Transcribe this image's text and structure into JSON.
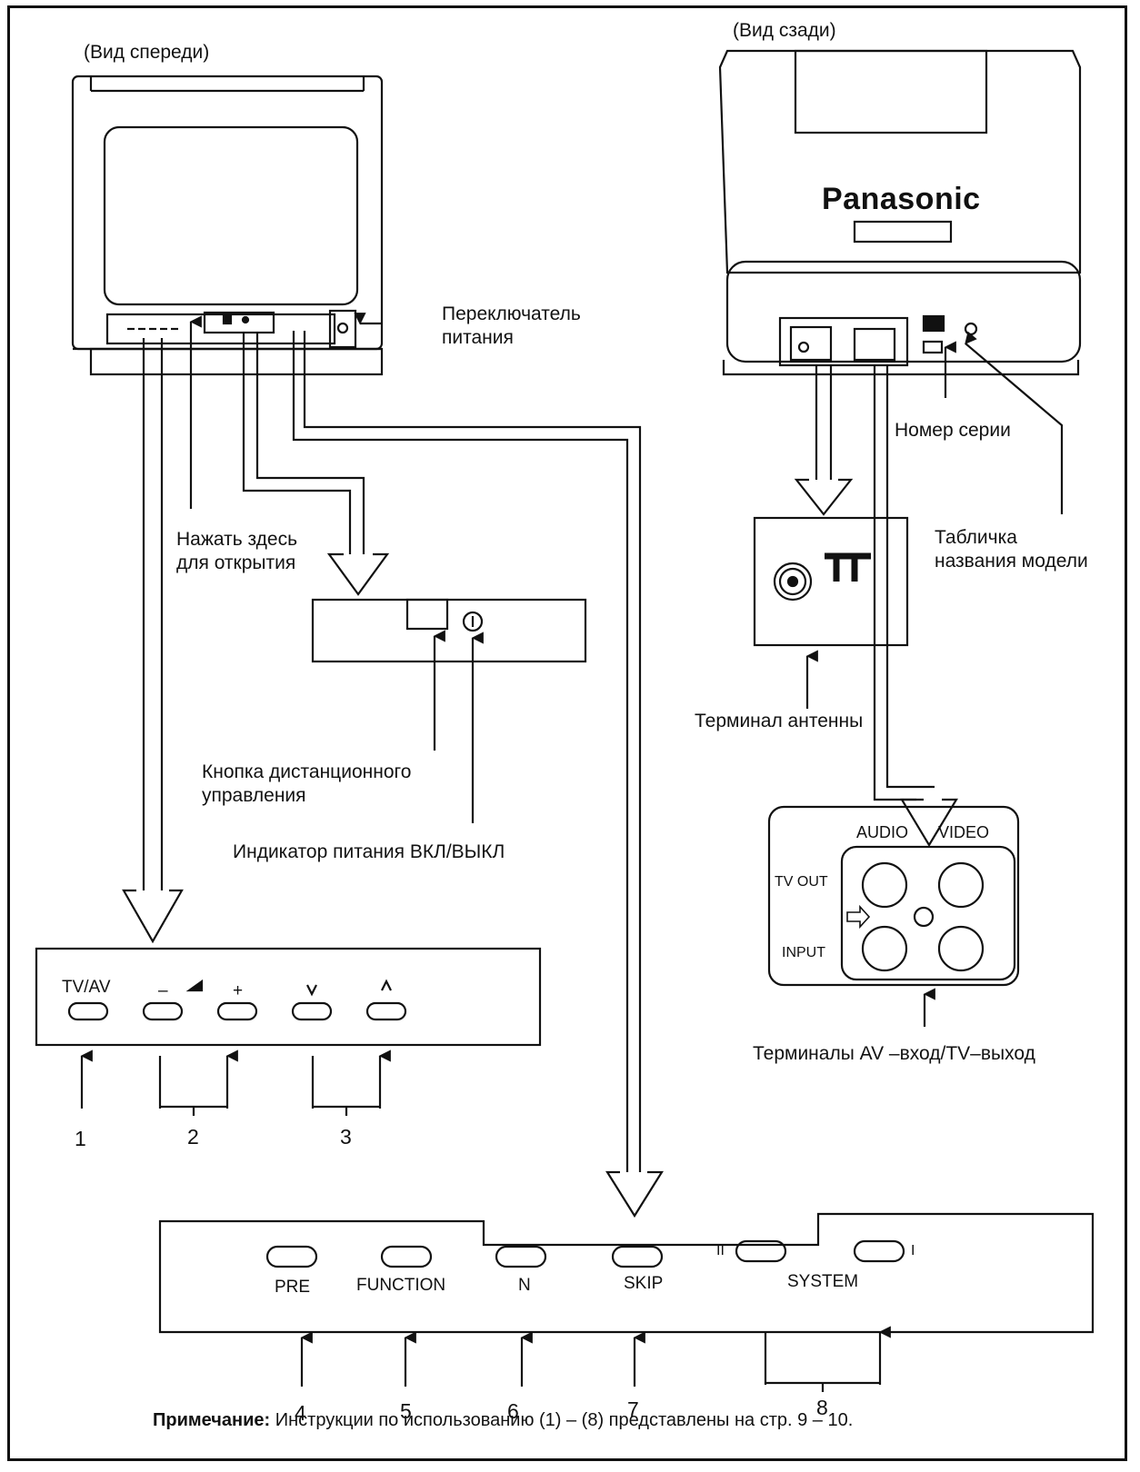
{
  "front_view": {
    "title": "(Вид спереди)",
    "power_switch_l1": "Переключатель",
    "power_switch_l2": "питания",
    "press_here_l1": "Нажать здесь",
    "press_here_l2": "для открытия"
  },
  "rear_view": {
    "title": "(Вид сзади)",
    "brand": "Panasonic",
    "serial_number": "Номер серии",
    "model_plate_l1": "Табличка",
    "model_plate_l2": "названия модели"
  },
  "remote_panel": {
    "remote_button_l1": "Кнопка дистанционного",
    "remote_button_l2": "управления",
    "power_indicator": "Индикатор питания ВКЛ/ВЫКЛ"
  },
  "antenna": {
    "label": "Терминал антенны"
  },
  "av_panel": {
    "audio": "AUDIO",
    "video": "VIDEO",
    "tv_out": "TV OUT",
    "input": "INPUT",
    "label": "Терминалы AV –вход/TV–выход"
  },
  "panel1": {
    "tvav": "TV/AV",
    "minus": "–",
    "plus": "+",
    "ch_down": "v",
    "ch_up": "^",
    "n1": "1",
    "n2": "2",
    "n3": "3"
  },
  "panel2": {
    "pre": "PRE",
    "function": "FUNCTION",
    "n": "N",
    "skip": "SKIP",
    "system": "SYSTEM",
    "sys2": "II",
    "sys1": "I",
    "n4": "4",
    "n5": "5",
    "n6": "6",
    "n7": "7",
    "n8": "8"
  },
  "note": {
    "bold": "Примечание:",
    "text": " Инструкции по использованию (1) – (8) представлены на стр. 9 – 10."
  }
}
